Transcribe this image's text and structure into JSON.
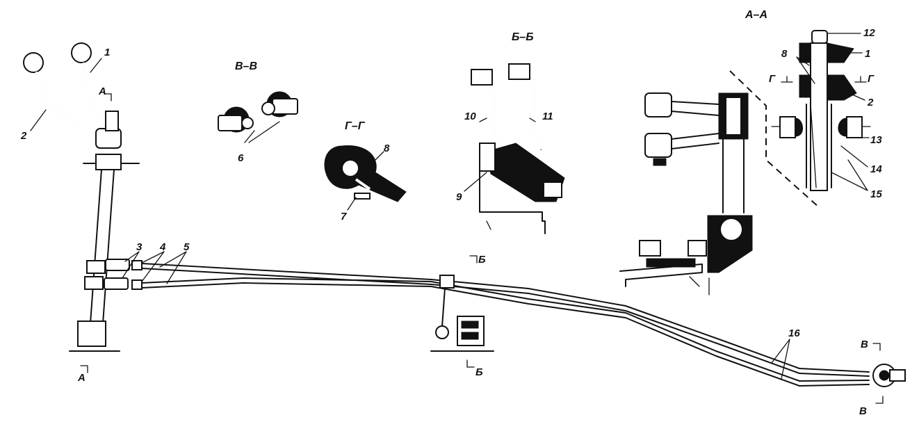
{
  "sections": {
    "v_v": "В–В",
    "g_g": "Г–Г",
    "b_b": "Б–Б",
    "a_a": "А–А"
  },
  "cut_marks": {
    "a_top": "А",
    "a_bottom": "А",
    "b_top": "Б",
    "b_bottom": "Б",
    "v_top": "В",
    "v_bottom": "В",
    "g_left": "Г",
    "g_right": "Г"
  },
  "part_labels": {
    "p1_main": "1",
    "p2_main": "2",
    "p3": "3",
    "p4": "4",
    "p5": "5",
    "p6": "6",
    "p7": "7",
    "p8_gg": "8",
    "p9": "9",
    "p10": "10",
    "p11": "11",
    "p12": "12",
    "p1_aa": "1",
    "p8_aa": "8",
    "p2_aa": "2",
    "p13": "13",
    "p14": "14",
    "p15": "15",
    "p16": "16"
  },
  "colors": {
    "ink": "#111111",
    "paper": "#ffffff"
  }
}
